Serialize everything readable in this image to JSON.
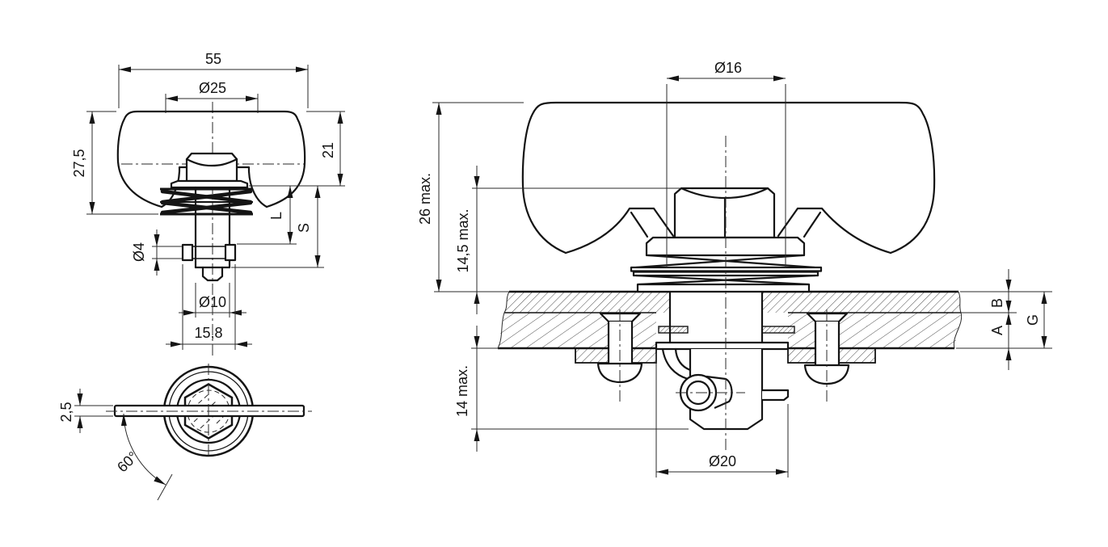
{
  "drawing": {
    "title": "wing-knob quarter-turn latch technical drawing",
    "colors": {
      "line": "#141414",
      "background": "#ffffff"
    },
    "front_view": {
      "dims": {
        "overall_width": "55",
        "hub_diameter": "Ø25",
        "overall_height": "27,5",
        "knob_height": "21",
        "grip_length": "L",
        "shaft_length": "S",
        "pin_diameter": "Ø4",
        "shaft_diameter": "Ø10",
        "pin_span": "15,8"
      }
    },
    "bottom_view": {
      "dims": {
        "knob_thickness": "2,5",
        "rotation_angle": "60°"
      }
    },
    "section_view": {
      "dims": {
        "nut_diameter": "Ø16",
        "height_max": "26 max.",
        "nut_height_max": "14,5 max.",
        "depth_below_panel_max": "14 max.",
        "body_diameter": "Ø20",
        "panel_upper_thickness": "B",
        "panel_lower_thickness": "A",
        "grip_total": "G"
      }
    }
  }
}
